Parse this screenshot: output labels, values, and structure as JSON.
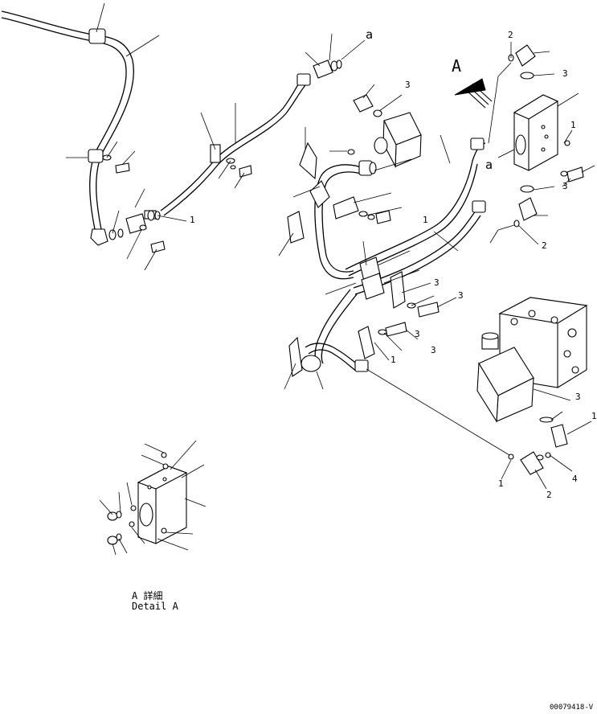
{
  "view_label": "A",
  "callouts": {
    "c1": "1",
    "c2": "1",
    "c3": "1",
    "r1": "a",
    "r2": "a",
    "n2a": "2",
    "n3a": "3",
    "n3b": "3",
    "n3c": "3",
    "n3d": "3",
    "n1a": "1",
    "n2b": "2",
    "n1b": "1",
    "n3e": "3",
    "n3f": "3",
    "n3g": "3",
    "n3h": "3",
    "n1c": "1",
    "n2c": "2",
    "n4a": "4"
  },
  "detail_caption": {
    "line1": "A  詳細",
    "line2": "Detail A"
  },
  "drawing_code": "00079418-V"
}
